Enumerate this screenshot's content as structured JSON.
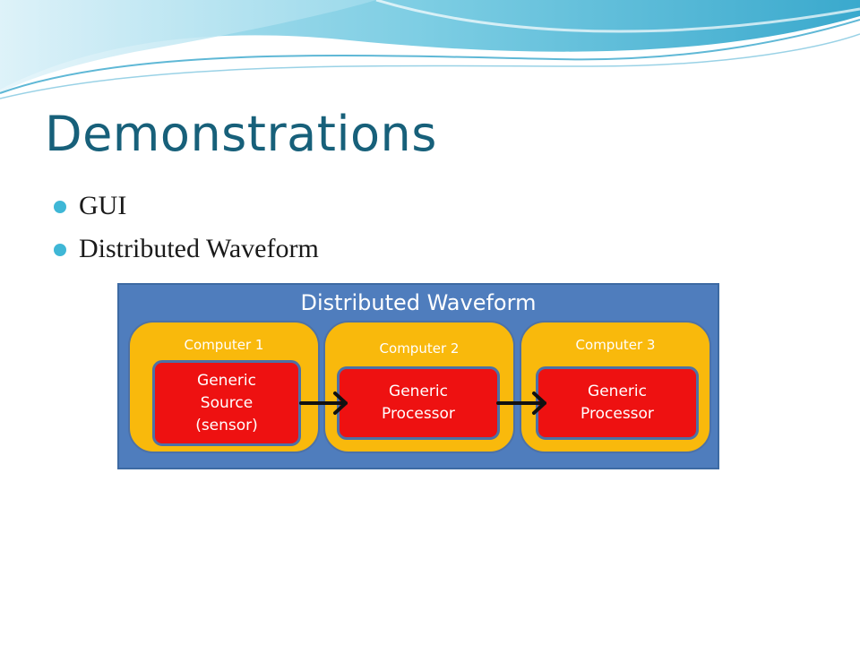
{
  "slide": {
    "title": "Demonstrations",
    "bullets": [
      "GUI",
      "Distributed Waveform"
    ]
  },
  "diagram": {
    "title": "Distributed Waveform",
    "computers": [
      {
        "label": "Computer 1",
        "component_lines": [
          "Generic",
          "Source",
          "(sensor)"
        ]
      },
      {
        "label": "Computer 2",
        "component_lines": [
          "Generic",
          "Processor"
        ]
      },
      {
        "label": "Computer 3",
        "component_lines": [
          "Generic",
          "Processor"
        ]
      }
    ],
    "connections": [
      {
        "from": "Computer 1",
        "to": "Computer 2"
      },
      {
        "from": "Computer 2",
        "to": "Computer 3"
      }
    ]
  },
  "colors": {
    "title": "#17607a",
    "bullet_marker": "#3fb7d6",
    "diagram_background": "#4f7dbd",
    "computer_fill": "#f9b90c",
    "component_fill": "#ee1111",
    "outline": "#4d71a6"
  }
}
